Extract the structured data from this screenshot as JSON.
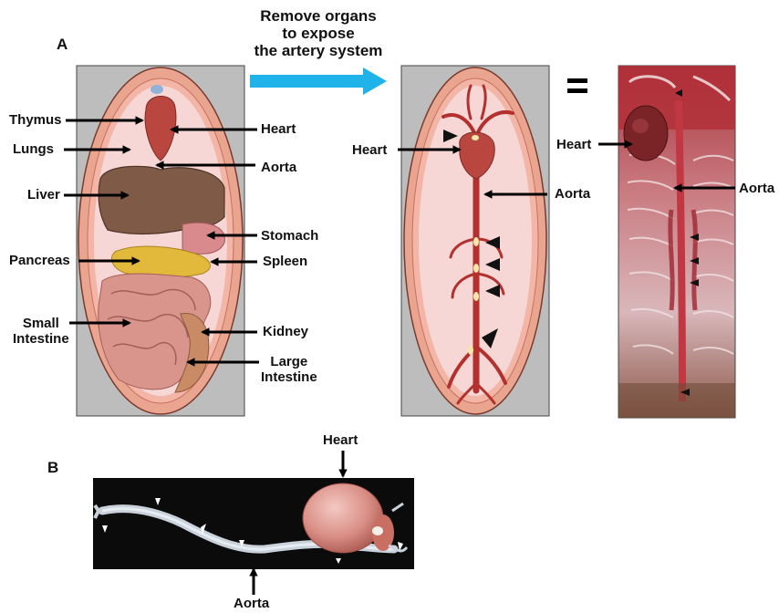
{
  "panel_letters": {
    "a": "A",
    "b": "B"
  },
  "transition": {
    "line1": "Remove organs",
    "line2": "to expose",
    "line3": "the artery system",
    "equals": "=",
    "arrow_icon": "right-arrow-icon",
    "arrow_color": "#1FB3E9"
  },
  "panel_a_left": {
    "labels": {
      "thymus": "Thymus",
      "lungs": "Lungs",
      "liver": "Liver",
      "pancreas": "Pancreas",
      "small_intestine_line1": "Small",
      "small_intestine_line2": "Intestine",
      "heart": "Heart",
      "aorta": "Aorta",
      "stomach": "Stomach",
      "spleen": "Spleen",
      "kidney": "Kidney",
      "large_intestine_line1": "Large",
      "large_intestine_line2": "Intestine"
    }
  },
  "panel_a_middle": {
    "labels": {
      "heart": "Heart",
      "aorta": "Aorta"
    }
  },
  "panel_a_right": {
    "labels": {
      "heart": "Heart",
      "aorta": "Aorta"
    }
  },
  "panel_b": {
    "labels": {
      "heart": "Heart",
      "aorta": "Aorta"
    }
  },
  "colors": {
    "panel_gray": "#BDBDBD",
    "body_wall": "#E9A58F",
    "cavity": "#F6D7D6",
    "vessel": "#B2302E",
    "liver": "#7E5A47",
    "pancreas": "#E3B93C",
    "intestine": "#D9948C",
    "photo_tissue": "#B8323A"
  }
}
